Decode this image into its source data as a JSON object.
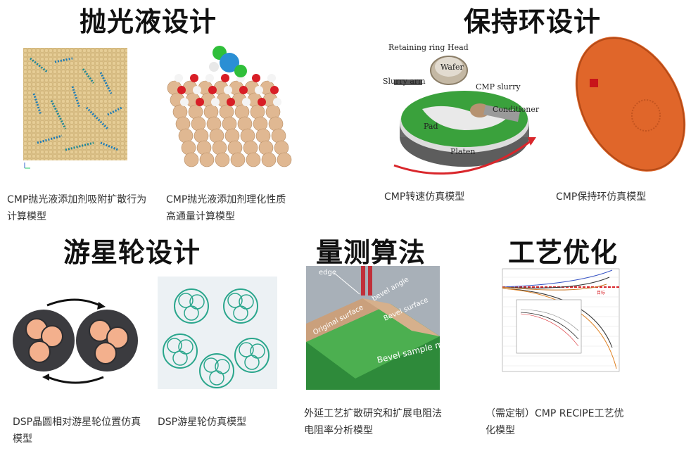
{
  "sections": {
    "slurry": {
      "title": "抛光液设计",
      "captions": [
        "CMP抛光液添加剂吸附扩散行为计算模型",
        "CMP抛光液添加剂理化性质高通量计算模型"
      ]
    },
    "ring": {
      "title": "保持环设计",
      "captions": [
        "CMP转速仿真模型",
        "CMP保持环仿真模型"
      ],
      "cmp_labels": {
        "retaining_ring": "Retaining ring",
        "head": "Head",
        "wafer": "Wafer",
        "slurry_arm": "Slurry arm",
        "cmp_slurry": "CMP slurry",
        "conditioner": "Conditioner",
        "pad": "Pad",
        "platen": "Platen"
      }
    },
    "carrier": {
      "title": "游星轮设计",
      "captions": [
        "DSP晶圆相对游星轮位置仿真模型",
        "DSP游星轮仿真模型"
      ]
    },
    "metrology": {
      "title": "量测算法",
      "caption": "外延工艺扩散研究和扩展电阻法电阻率分析模型",
      "labels": {
        "edge": "edge",
        "bevel_angle": "bevel angle",
        "bevel_surface": "Bevel surface",
        "original_surface": "Original surface",
        "sample_mount": "Bevel sample mount"
      }
    },
    "process": {
      "title": "工艺优化",
      "caption": "（需定制）CMP RECIPE工艺优化模型",
      "target_label": "目标"
    }
  },
  "colors": {
    "red_line": "#d9262b",
    "green_pad": "#3aa13c",
    "ring_disc": "#e0662a",
    "wafer_peach": "#f3b08d",
    "carrier_teal": "#2aa68c"
  }
}
